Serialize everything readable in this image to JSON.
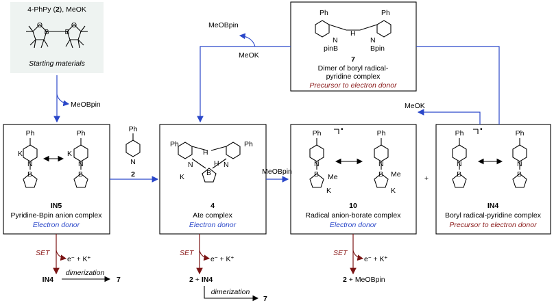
{
  "start": {
    "reagents_label": "4-PhPy (",
    "reagents_num": "2",
    "reagents_tail": "), MeOK",
    "caption": "Starting materials"
  },
  "byproduct_first": "MeOBpin",
  "box_in5": {
    "id": "IN5",
    "name": "Pyridine-Bpin anion complex",
    "role": "Electron donor"
  },
  "pyridine_2": {
    "id": "2"
  },
  "box_4": {
    "id": "4",
    "name": "Ate complex",
    "role": "Electron donor"
  },
  "box_10": {
    "id": "10",
    "name": "Radical anion-borate complex",
    "role": "Electron donor"
  },
  "box_in4": {
    "id": "IN4",
    "name": "Boryl radical-pyridine  complex",
    "role": "Precursor to electron donor"
  },
  "box_7": {
    "id": "7",
    "name_line1": "Dimer of boryl radical-",
    "name_line2": "pyridine complex",
    "role": "Precursor to electron donor"
  },
  "plus_sign": "+",
  "arrows": {
    "meobpin_4_to_10": "MeOBpin",
    "meok_top": "MeOK",
    "meobpin_top": "MeOBpin",
    "meok_in4": "MeOK"
  },
  "set_steps": [
    {
      "set": "SET",
      "electron": "e",
      "potassium": "+ K",
      "product_a": "IN4",
      "dimerization": "dimerization",
      "product_b": "7"
    },
    {
      "set": "SET",
      "electron": "e",
      "potassium": "+ K",
      "product_a": "2",
      "plus": "+",
      "product_b": "IN4",
      "dimerization": "dimerization",
      "product_c": "7"
    },
    {
      "set": "SET",
      "electron": "e",
      "potassium": "+ K",
      "product_a": "2",
      "tail": "+ MeOBpin"
    }
  ],
  "atoms": {
    "ph": "Ph",
    "n": "N",
    "b": "B",
    "o": "O",
    "k": "K",
    "me": "Me",
    "h": "H",
    "pinb": "pinB",
    "bpin": "Bpin",
    "minus": "−",
    "plus": "+",
    "dot": "•"
  },
  "colors": {
    "blue": "#2a47c9",
    "brown": "#8b1a1a",
    "box_fill": "#eef3f1"
  }
}
